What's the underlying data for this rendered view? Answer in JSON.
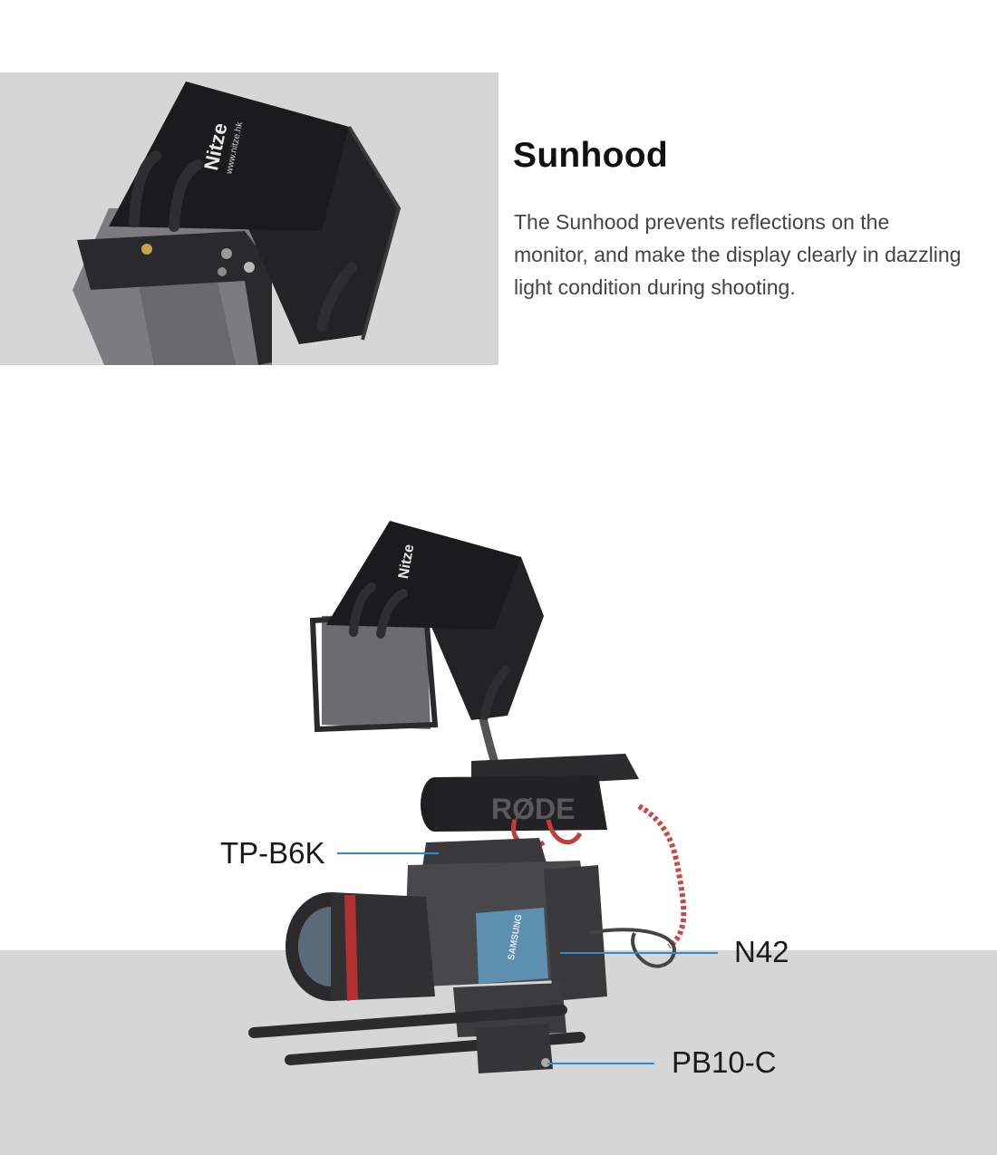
{
  "sunhood": {
    "title": "Sunhood",
    "description": "The Sunhood prevents reflections on the monitor, and make the display clearly in dazzling light condition during shooting."
  },
  "brand": {
    "logo_text": "Nitze",
    "url_text": "www.nitze.hk"
  },
  "microphone": {
    "brand_text": "RØDE"
  },
  "ssd": {
    "brand_text": "SAMSUNG"
  },
  "callouts": [
    {
      "label": "TP-B6K"
    },
    {
      "label": "N42"
    },
    {
      "label": "PB10-C"
    }
  ],
  "colors": {
    "callout_line": "#2b8bd6",
    "band_gray": "#d6d6d6",
    "hood_black": "#1b1b1d",
    "ssd_blue": "#5f8fb0"
  }
}
